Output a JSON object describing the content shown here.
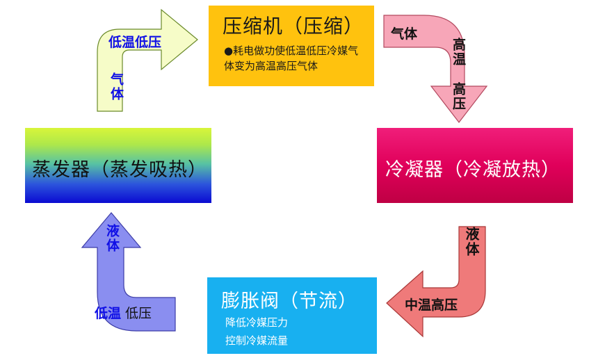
{
  "compressor": {
    "title": "压缩机（压缩）",
    "desc": "●耗电做功使低温低压冷媒气体变为高温高压气体"
  },
  "condenser": {
    "title": "冷凝器（冷凝放热）"
  },
  "evaporator": {
    "title": "蒸发器（蒸发吸热）"
  },
  "valve": {
    "title": "膨胀阀（节流）",
    "line1": "降低冷媒压力",
    "line2": "控制冷媒流量"
  },
  "arrow_evap_to_comp": {
    "top_label": "低温低压",
    "side_label": "气体"
  },
  "arrow_comp_to_cond": {
    "label_a": "气体",
    "label_b": "高温",
    "label_c": "高压"
  },
  "arrow_cond_to_valve": {
    "top_label": "液体",
    "bottom_label": "中温高压"
  },
  "arrow_valve_to_evap": {
    "top_label": "液体",
    "bottom_label_a": "低温",
    "bottom_label_b": "低压"
  },
  "colors": {
    "compressor": "#ffc20e",
    "condenser": "#e0005a",
    "valve": "#18b0f0",
    "arrow_green": "#f6fcc8",
    "arrow_pink": "#f7a6b8",
    "arrow_red": "#ef7a7a",
    "arrow_blue": "#8a8ef0"
  }
}
